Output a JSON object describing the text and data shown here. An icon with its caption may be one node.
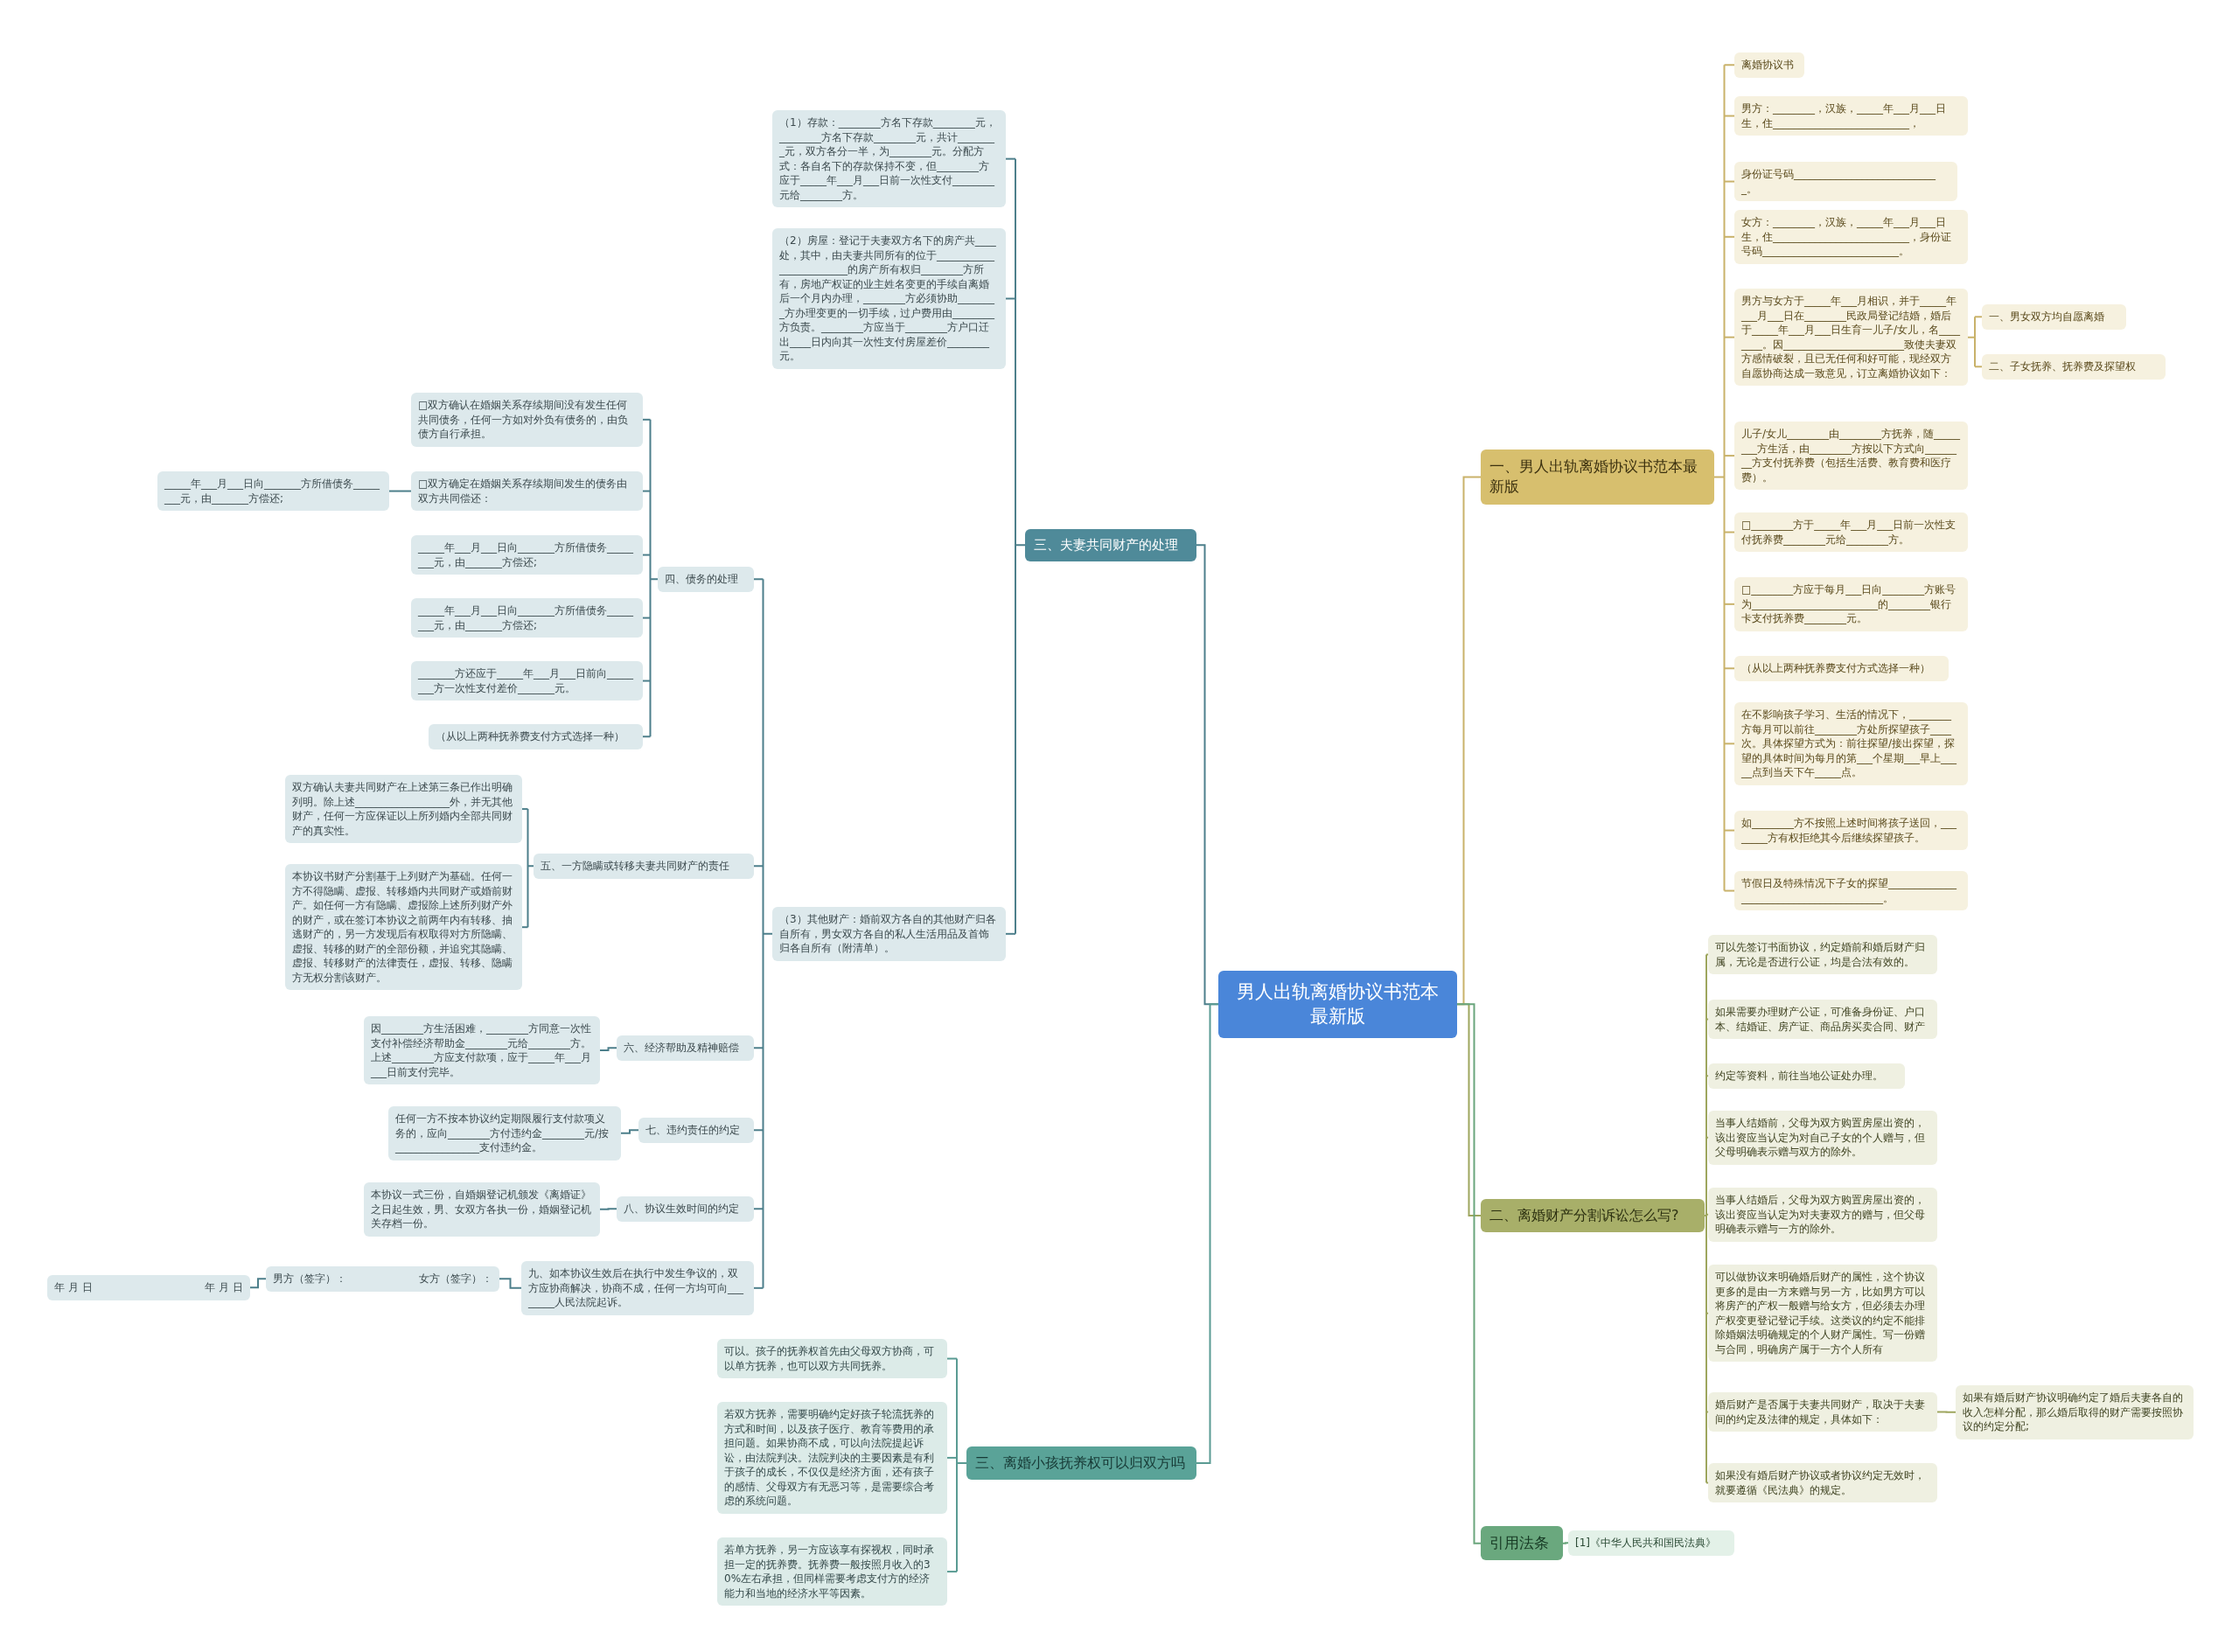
{
  "diagram": {
    "nodes": [
      {
        "text": [
          "男人出轨离婚协议书范本最新版"
        ]
      },
      {
        "text": [
          "一、男人出轨离婚协议书范本最新版"
        ]
      },
      {
        "text": [
          "离婚协议书"
        ]
      },
      {
        "text": [
          "男方：________，汉族，_____年___月___日生，住__________________________，"
        ]
      },
      {
        "text": [
          "身份证号码____________________________。"
        ]
      },
      {
        "text": [
          "女方：________，汉族，_____年___月___日生，住__________________________，身份证号码__________________________。"
        ]
      },
      {
        "text": [
          "男方与女方于_____年___月相识，并于_____年___月___日在________民政局登记结婚，婚后于_____年___月___日生育一儿子/女儿，名________。因_______________________致使夫妻双方感情破裂，且已无任何和好可能，现经双方自愿协商达成一致意见，订立离婚协议如下："
        ]
      },
      {
        "text": [
          "一、男女双方均自愿离婚"
        ]
      },
      {
        "text": [
          "二、子女抚养、抚养费及探望权"
        ]
      },
      {
        "text": [
          "儿子/女儿________由________方抚养，随________方生活，由________方按以下方式向________方支付抚养费（包括生活费、教育费和医疗费）。"
        ]
      },
      {
        "text": [
          "□________方于_____年___月___日前一次性支付抚养费________元给________方。"
        ]
      },
      {
        "text": [
          "□________方应于每月___日向________方账号为________________________的________银行卡支付抚养费________元。"
        ]
      },
      {
        "text": [
          "（从以上两种抚养费支付方式选择一种）"
        ]
      },
      {
        "text": [
          "在不影响孩子学习、生活的情况下，________方每月可以前往________方处所探望孩子____次。具体探望方式为：前往探望/接出探望，探望的具体时间为每月的第___个星期___早上_____点到当天下午_____点。"
        ]
      },
      {
        "text": [
          "如________方不按照上述时间将孩子送回，________方有权拒绝其今后继续探望孩子。"
        ]
      },
      {
        "text": [
          "节假日及特殊情况下子女的探望________________________________________。"
        ]
      },
      {
        "text": [
          "二、离婚财产分割诉讼怎么写?"
        ]
      },
      {
        "text": [
          "可以先签订书面协议，约定婚前和婚后财产归属，无论是否进行公证，均是合法有效的。"
        ]
      },
      {
        "text": [
          "如果需要办理财产公证，可准备身份证、户口本、结婚证、房产证、商品房买卖合同、财产"
        ]
      },
      {
        "text": [
          "约定等资料，前往当地公证处办理。"
        ]
      },
      {
        "text": [
          "当事人结婚前，父母为双方购置房屋出资的，该出资应当认定为对自己子女的个人赠与，但父母明确表示赠与双方的除外。"
        ]
      },
      {
        "text": [
          "当事人结婚后，父母为双方购置房屋出资的，该出资应当认定为对夫妻双方的赠与，但父母明确表示赠与一方的除外。"
        ]
      },
      {
        "text": [
          "可以做协议来明确婚后财产的属性，这个协议更多的是由一方来赠与另一方，比如男方可以将房产的产权一般赠与给女方，但必须去办理产权变更登记登记手续。这类议的约定不能排除婚姻法明确规定的个人财产属性。写一份赠与合同，明确房产属于一方个人所有"
        ]
      },
      {
        "text": [
          "婚后财产是否属于夫妻共同财产，取决于夫妻间的约定及法律的规定，具体如下："
        ]
      },
      {
        "text": [
          "如果有婚后财产协议明确约定了婚后夫妻各自的收入怎样分配，那么婚后取得的财产需要按照协议的约定分配;"
        ]
      },
      {
        "text": [
          "如果没有婚后财产协议或者协议约定无效时，就要遵循《民法典》的规定。"
        ]
      },
      {
        "text": [
          "引用法条"
        ]
      },
      {
        "text": [
          "[1]《中华人民共和国民法典》"
        ]
      },
      {
        "text": [
          "三、夫妻共同财产的处理"
        ]
      },
      {
        "text": [
          "（1）存款：________方名下存款________元，________方名下存款________元，共计________元，双方各分一半，为________元。分配方式：各自名下的存款保持不变，但________方应于_____年___月___日前一次性支付________元给________方。"
        ]
      },
      {
        "text": [
          "（2）房屋：登记于夫妻双方名下的房产共____处，其中，由夫妻共同所有的位于________________________的房产所有权归________方所有，房地产权证的业主姓名变更的手续自离婚后一个月内办理，________方必须协助________方办理变更的一切手续，过户费用由________方负责。________方应当于________方户口迁出____日内向其一次性支付房屋差价________元。"
        ]
      },
      {
        "text": [
          "（3）其他财产：婚前双方各自的其他财产归各自所有，男女双方各自的私人生活用品及首饰归各自所有（附清单）。"
        ]
      },
      {
        "text": [
          "四、债务的处理"
        ]
      },
      {
        "text": [
          "□双方确认在婚姻关系存续期间没有发生任何共同债务，任何一方如对外负有债务的，由负债方自行承担。"
        ]
      },
      {
        "text": [
          "□双方确定在婚姻关系存续期间发生的债务由双方共同偿还："
        ]
      },
      {
        "text": [
          "_____年___月___日向_______方所借债务________元，由_______方偿还;"
        ]
      },
      {
        "text": [
          "_____年___月___日向_______方所借债务________元，由_______方偿还;"
        ]
      },
      {
        "text": [
          "_____年___月___日向_______方所借债务________元，由_______方偿还;"
        ]
      },
      {
        "text": [
          "_______方还应于_____年___月___日前向________方一次性支付差价_______元。"
        ]
      },
      {
        "text": [
          "（从以上两种抚养费支付方式选择一种）"
        ]
      },
      {
        "text": [
          "五、一方隐瞒或转移夫妻共同财产的责任"
        ]
      },
      {
        "text": [
          "双方确认夫妻共同财产在上述第三条已作出明确列明。除上述__________________外，并无其他财产，任何一方应保证以上所列婚内全部共同财产的真实性。"
        ]
      },
      {
        "text": [
          "本协议书财产分割基于上列财产为基础。任何一方不得隐瞒、虚报、转移婚内共同财产或婚前财产。如任何一方有隐瞒、虚报除上述所列财产外的财产，或在签订本协议之前两年内有转移、抽逃财产的，另一方发现后有权取得对方所隐瞒、虚报、转移的财产的全部份额，并追究其隐瞒、虚报、转移财产的法律责任，虚报、转移、隐瞒方无权分割该财产。"
        ]
      },
      {
        "text": [
          "六、经济帮助及精神赔偿"
        ]
      },
      {
        "text": [
          "因________方生活困难，________方同意一次性支付补偿经济帮助金________元给________方。上述________方应支付款项，应于_____年___月___日前支付完毕。"
        ]
      },
      {
        "text": [
          "七、违约责任的约定"
        ]
      },
      {
        "text": [
          "任何一方不按本协议约定期限履行支付款项义务的，应向________方付违约金________元/按________________支付违约金。"
        ]
      },
      {
        "text": [
          "八、协议生效时间的约定"
        ]
      },
      {
        "text": [
          "本协议一式三份，自婚姻登记机颁发《离婚证》之日起生效，男、女双方各执一份，婚姻登记机关存档一份。"
        ]
      },
      {
        "text": [
          "九、如本协议生效后在执行中发生争议的，双方应协商解决，协商不成，任何一方均可向________人民法院起诉。"
        ]
      },
      {
        "text": [
          "男方（签字）：",
          "女方（签字）："
        ]
      },
      {
        "text": [
          "年 月 日",
          "年 月 日"
        ]
      },
      {
        "text": [
          "三、离婚小孩抚养权可以归双方吗"
        ]
      },
      {
        "text": [
          "可以。孩子的抚养权首先由父母双方协商，可以单方抚养，也可以双方共同抚养。"
        ]
      },
      {
        "text": [
          "若双方抚养，需要明确约定好孩子轮流抚养的方式和时间，以及孩子医疗、教育等费用的承担问题。如果协商不成，可以向法院提起诉讼，由法院判决。法院判决的主要因素是有利于孩子的成长，不仅仅是经济方面，还有孩子的感情、父母双方有无恶习等，是需要综合考虑的系统问题。"
        ]
      },
      {
        "text": [
          "若单方抚养，另一方应该享有探视权，同时承担一定的抚养费。抚养费一般按照月收入的30%左右承担，但同样需要考虑支付方的经济能力和当地的经济水平等因素。"
        ]
      }
    ],
    "edges": [
      {
        "from": 0,
        "to": 1,
        "arrow": "none",
        "color": "#c9b26a"
      },
      {
        "from": 0,
        "to": 16,
        "arrow": "none",
        "color": "#9ea65e"
      },
      {
        "from": 0,
        "to": 26,
        "arrow": "none",
        "color": "#6aa57c"
      },
      {
        "from": 0,
        "to": 28,
        "arrow": "none"
      },
      {
        "from": 0,
        "to": 52,
        "arrow": "none",
        "color": "#5a9b93"
      },
      {
        "from": 1,
        "to": 2,
        "arrow": "none",
        "color": "#c9b26a"
      },
      {
        "from": 1,
        "to": 3,
        "arrow": "none",
        "color": "#c9b26a"
      },
      {
        "from": 1,
        "to": 4,
        "arrow": "none",
        "color": "#c9b26a"
      },
      {
        "from": 1,
        "to": 5,
        "arrow": "none",
        "color": "#c9b26a"
      },
      {
        "from": 1,
        "to": 6,
        "arrow": "none",
        "color": "#c9b26a"
      },
      {
        "from": 6,
        "to": 7,
        "arrow": "none",
        "color": "#c9b26a"
      },
      {
        "from": 6,
        "to": 8,
        "arrow": "none",
        "color": "#c9b26a"
      },
      {
        "from": 1,
        "to": 9,
        "arrow": "none",
        "color": "#c9b26a"
      },
      {
        "from": 1,
        "to": 10,
        "arrow": "none",
        "color": "#c9b26a"
      },
      {
        "from": 1,
        "to": 11,
        "arrow": "none",
        "color": "#c9b26a"
      },
      {
        "from": 1,
        "to": 12,
        "arrow": "none",
        "color": "#c9b26a"
      },
      {
        "from": 1,
        "to": 13,
        "arrow": "none",
        "color": "#c9b26a"
      },
      {
        "from": 1,
        "to": 14,
        "arrow": "none",
        "color": "#c9b26a"
      },
      {
        "from": 1,
        "to": 15,
        "arrow": "none",
        "color": "#c9b26a"
      },
      {
        "from": 16,
        "to": 17,
        "arrow": "none",
        "color": "#9ea65e"
      },
      {
        "from": 16,
        "to": 18,
        "arrow": "none",
        "color": "#9ea65e"
      },
      {
        "from": 16,
        "to": 19,
        "arrow": "none",
        "color": "#9ea65e"
      },
      {
        "from": 16,
        "to": 20,
        "arrow": "none",
        "color": "#9ea65e"
      },
      {
        "from": 16,
        "to": 21,
        "arrow": "none",
        "color": "#9ea65e"
      },
      {
        "from": 16,
        "to": 22,
        "arrow": "none",
        "color": "#9ea65e"
      },
      {
        "from": 16,
        "to": 23,
        "arrow": "none",
        "color": "#9ea65e"
      },
      {
        "from": 23,
        "to": 24,
        "arrow": "none",
        "color": "#9ea65e"
      },
      {
        "from": 16,
        "to": 25,
        "arrow": "none",
        "color": "#9ea65e"
      },
      {
        "from": 26,
        "to": 27,
        "arrow": "none",
        "color": "#6aa57c"
      },
      {
        "from": 28,
        "to": 29,
        "arrow": "none"
      },
      {
        "from": 28,
        "to": 30,
        "arrow": "none"
      },
      {
        "from": 28,
        "to": 31,
        "arrow": "none"
      },
      {
        "from": 31,
        "to": 32,
        "arrow": "none"
      },
      {
        "from": 32,
        "to": 33,
        "arrow": "none"
      },
      {
        "from": 32,
        "to": 34,
        "arrow": "none"
      },
      {
        "from": 34,
        "to": 35,
        "arrow": "none"
      },
      {
        "from": 32,
        "to": 36,
        "arrow": "none"
      },
      {
        "from": 32,
        "to": 37,
        "arrow": "none"
      },
      {
        "from": 32,
        "to": 38,
        "arrow": "none"
      },
      {
        "from": 32,
        "to": 39,
        "arrow": "none"
      },
      {
        "from": 31,
        "to": 40,
        "arrow": "none"
      },
      {
        "from": 40,
        "to": 41,
        "arrow": "none"
      },
      {
        "from": 40,
        "to": 42,
        "arrow": "none"
      },
      {
        "from": 31,
        "to": 43,
        "arrow": "none"
      },
      {
        "from": 43,
        "to": 44,
        "arrow": "none"
      },
      {
        "from": 31,
        "to": 45,
        "arrow": "none"
      },
      {
        "from": 45,
        "to": 46,
        "arrow": "none"
      },
      {
        "from": 31,
        "to": 47,
        "arrow": "none"
      },
      {
        "from": 47,
        "to": 48,
        "arrow": "none"
      },
      {
        "from": 31,
        "to": 49,
        "arrow": "none"
      },
      {
        "from": 49,
        "to": 50,
        "arrow": "none"
      },
      {
        "from": 50,
        "to": 51,
        "arrow": "none"
      },
      {
        "from": 52,
        "to": 53,
        "arrow": "none",
        "color": "#5a9b93"
      },
      {
        "from": 52,
        "to": 54,
        "arrow": "none",
        "color": "#5a9b93"
      },
      {
        "from": 52,
        "to": 55,
        "arrow": "none",
        "color": "#5a9b93"
      }
    ]
  }
}
